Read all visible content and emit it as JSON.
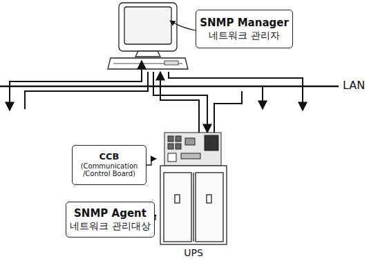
{
  "diagram": {
    "nodes": [
      {
        "text": [
          "SNMP Manager",
          "네트워크 관리자"
        ]
      },
      {
        "text": [
          "CCB",
          "(Communication /Control Board)"
        ]
      },
      {
        "text": [
          "SNMP Agent",
          "네트워크 관리대상"
        ]
      },
      {
        "text": [
          "UPS"
        ]
      }
    ],
    "edges": [
      {
        "from": 1,
        "to": 3,
        "arrow": "to"
      },
      {
        "from": 2,
        "to": 3,
        "arrow": "to"
      }
    ],
    "labels": [
      "LAN"
    ]
  }
}
